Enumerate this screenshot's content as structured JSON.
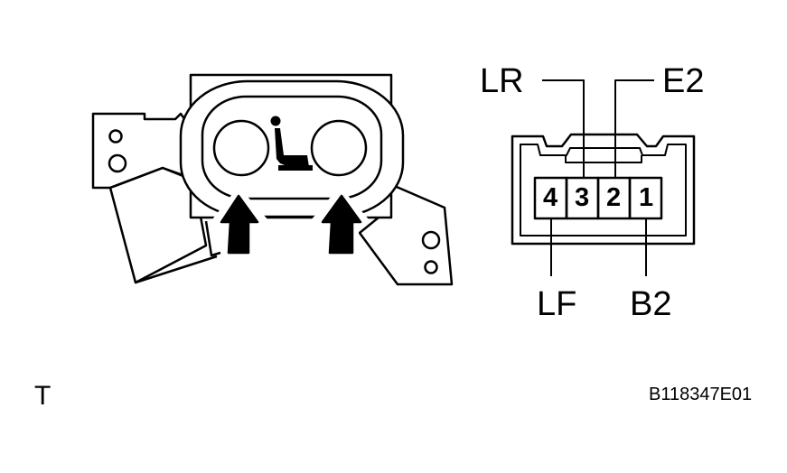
{
  "labels": {
    "lr": "LR",
    "e2": "E2",
    "lf": "LF",
    "b2": "B2"
  },
  "pins": [
    "4",
    "3",
    "2",
    "1"
  ],
  "corner_mark": "T",
  "figure_code": "B118347E01"
}
